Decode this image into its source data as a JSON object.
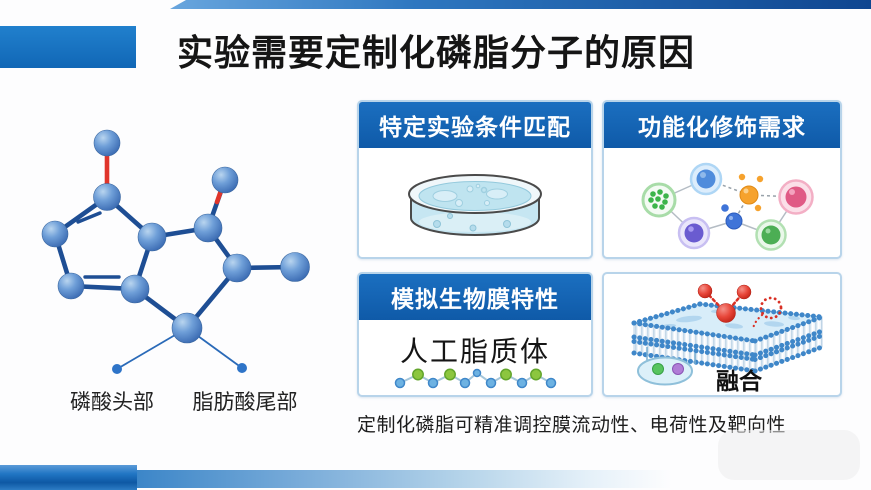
{
  "slide": {
    "title": "实验需要定制化磷脂分子的原因",
    "caption": "定制化磷脂可精准调控膜流动性、电荷性及靶向性"
  },
  "molecule": {
    "head_label": "磷酸头部",
    "tail_label": "脂肪酸尾部"
  },
  "panels": {
    "condition": {
      "header": "特定实验条件匹配"
    },
    "functional": {
      "header": "功能化修饰需求"
    },
    "membrane": {
      "header": "模拟生物膜特性",
      "body_text": "人工脂质体"
    },
    "fusion": {
      "label": "融合"
    }
  },
  "colors": {
    "header_blue": "#1566b4",
    "panel_border": "#b8d4ea",
    "accent_rect_blue": "#1873c2",
    "top_bar_blue_dark": "#0f4690",
    "footer_blue": "#1b6cba",
    "bond_navy": "#1e4e94",
    "bond_red": "#e0352b",
    "sphere_blue": "#6f9fd8",
    "chain_green": "#8cc63f",
    "chain_blue": "#6db2e2",
    "membrane_bead_blue": "#3f87c9",
    "red_molecule": "#e8473a"
  }
}
